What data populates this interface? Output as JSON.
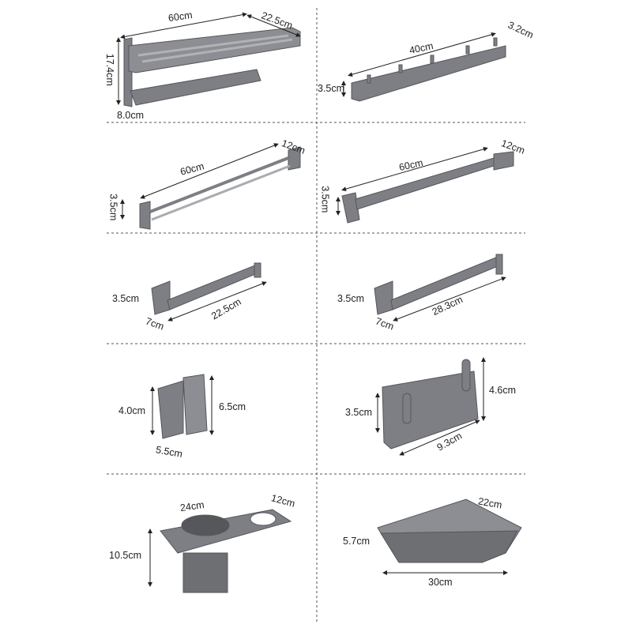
{
  "colors": {
    "metal": "#7d7f84",
    "metal_dark": "#5a5c60",
    "metal_light": "#a9abaf",
    "divider": "#555555"
  },
  "panels": [
    {
      "product": "towel-shelf",
      "labels": [
        "60cm",
        "22.5cm",
        "17.4cm",
        "8.0cm"
      ]
    },
    {
      "product": "hook-rail",
      "labels": [
        "40cm",
        "3.2cm",
        "3.5cm"
      ]
    },
    {
      "product": "double-towel-bar",
      "labels": [
        "60cm",
        "12cm",
        "3.5cm"
      ]
    },
    {
      "product": "single-towel-bar",
      "labels": [
        "60cm",
        "12cm",
        "3.5cm"
      ]
    },
    {
      "product": "paper-holder",
      "labels": [
        "3.5cm",
        "7cm",
        "22.5cm"
      ]
    },
    {
      "product": "towel-ring-bar",
      "labels": [
        "3.5cm",
        "7cm",
        "28.3cm"
      ]
    },
    {
      "product": "robe-hook",
      "labels": [
        "4.0cm",
        "6.5cm",
        "5.5cm"
      ]
    },
    {
      "product": "double-robe-hook",
      "labels": [
        "3.5cm",
        "4.6cm",
        "9.3cm"
      ]
    },
    {
      "product": "hair-dryer-holder",
      "labels": [
        "24cm",
        "12cm",
        "10.5cm"
      ]
    },
    {
      "product": "corner-shelf",
      "labels": [
        "22cm",
        "5.7cm",
        "30cm"
      ]
    }
  ]
}
